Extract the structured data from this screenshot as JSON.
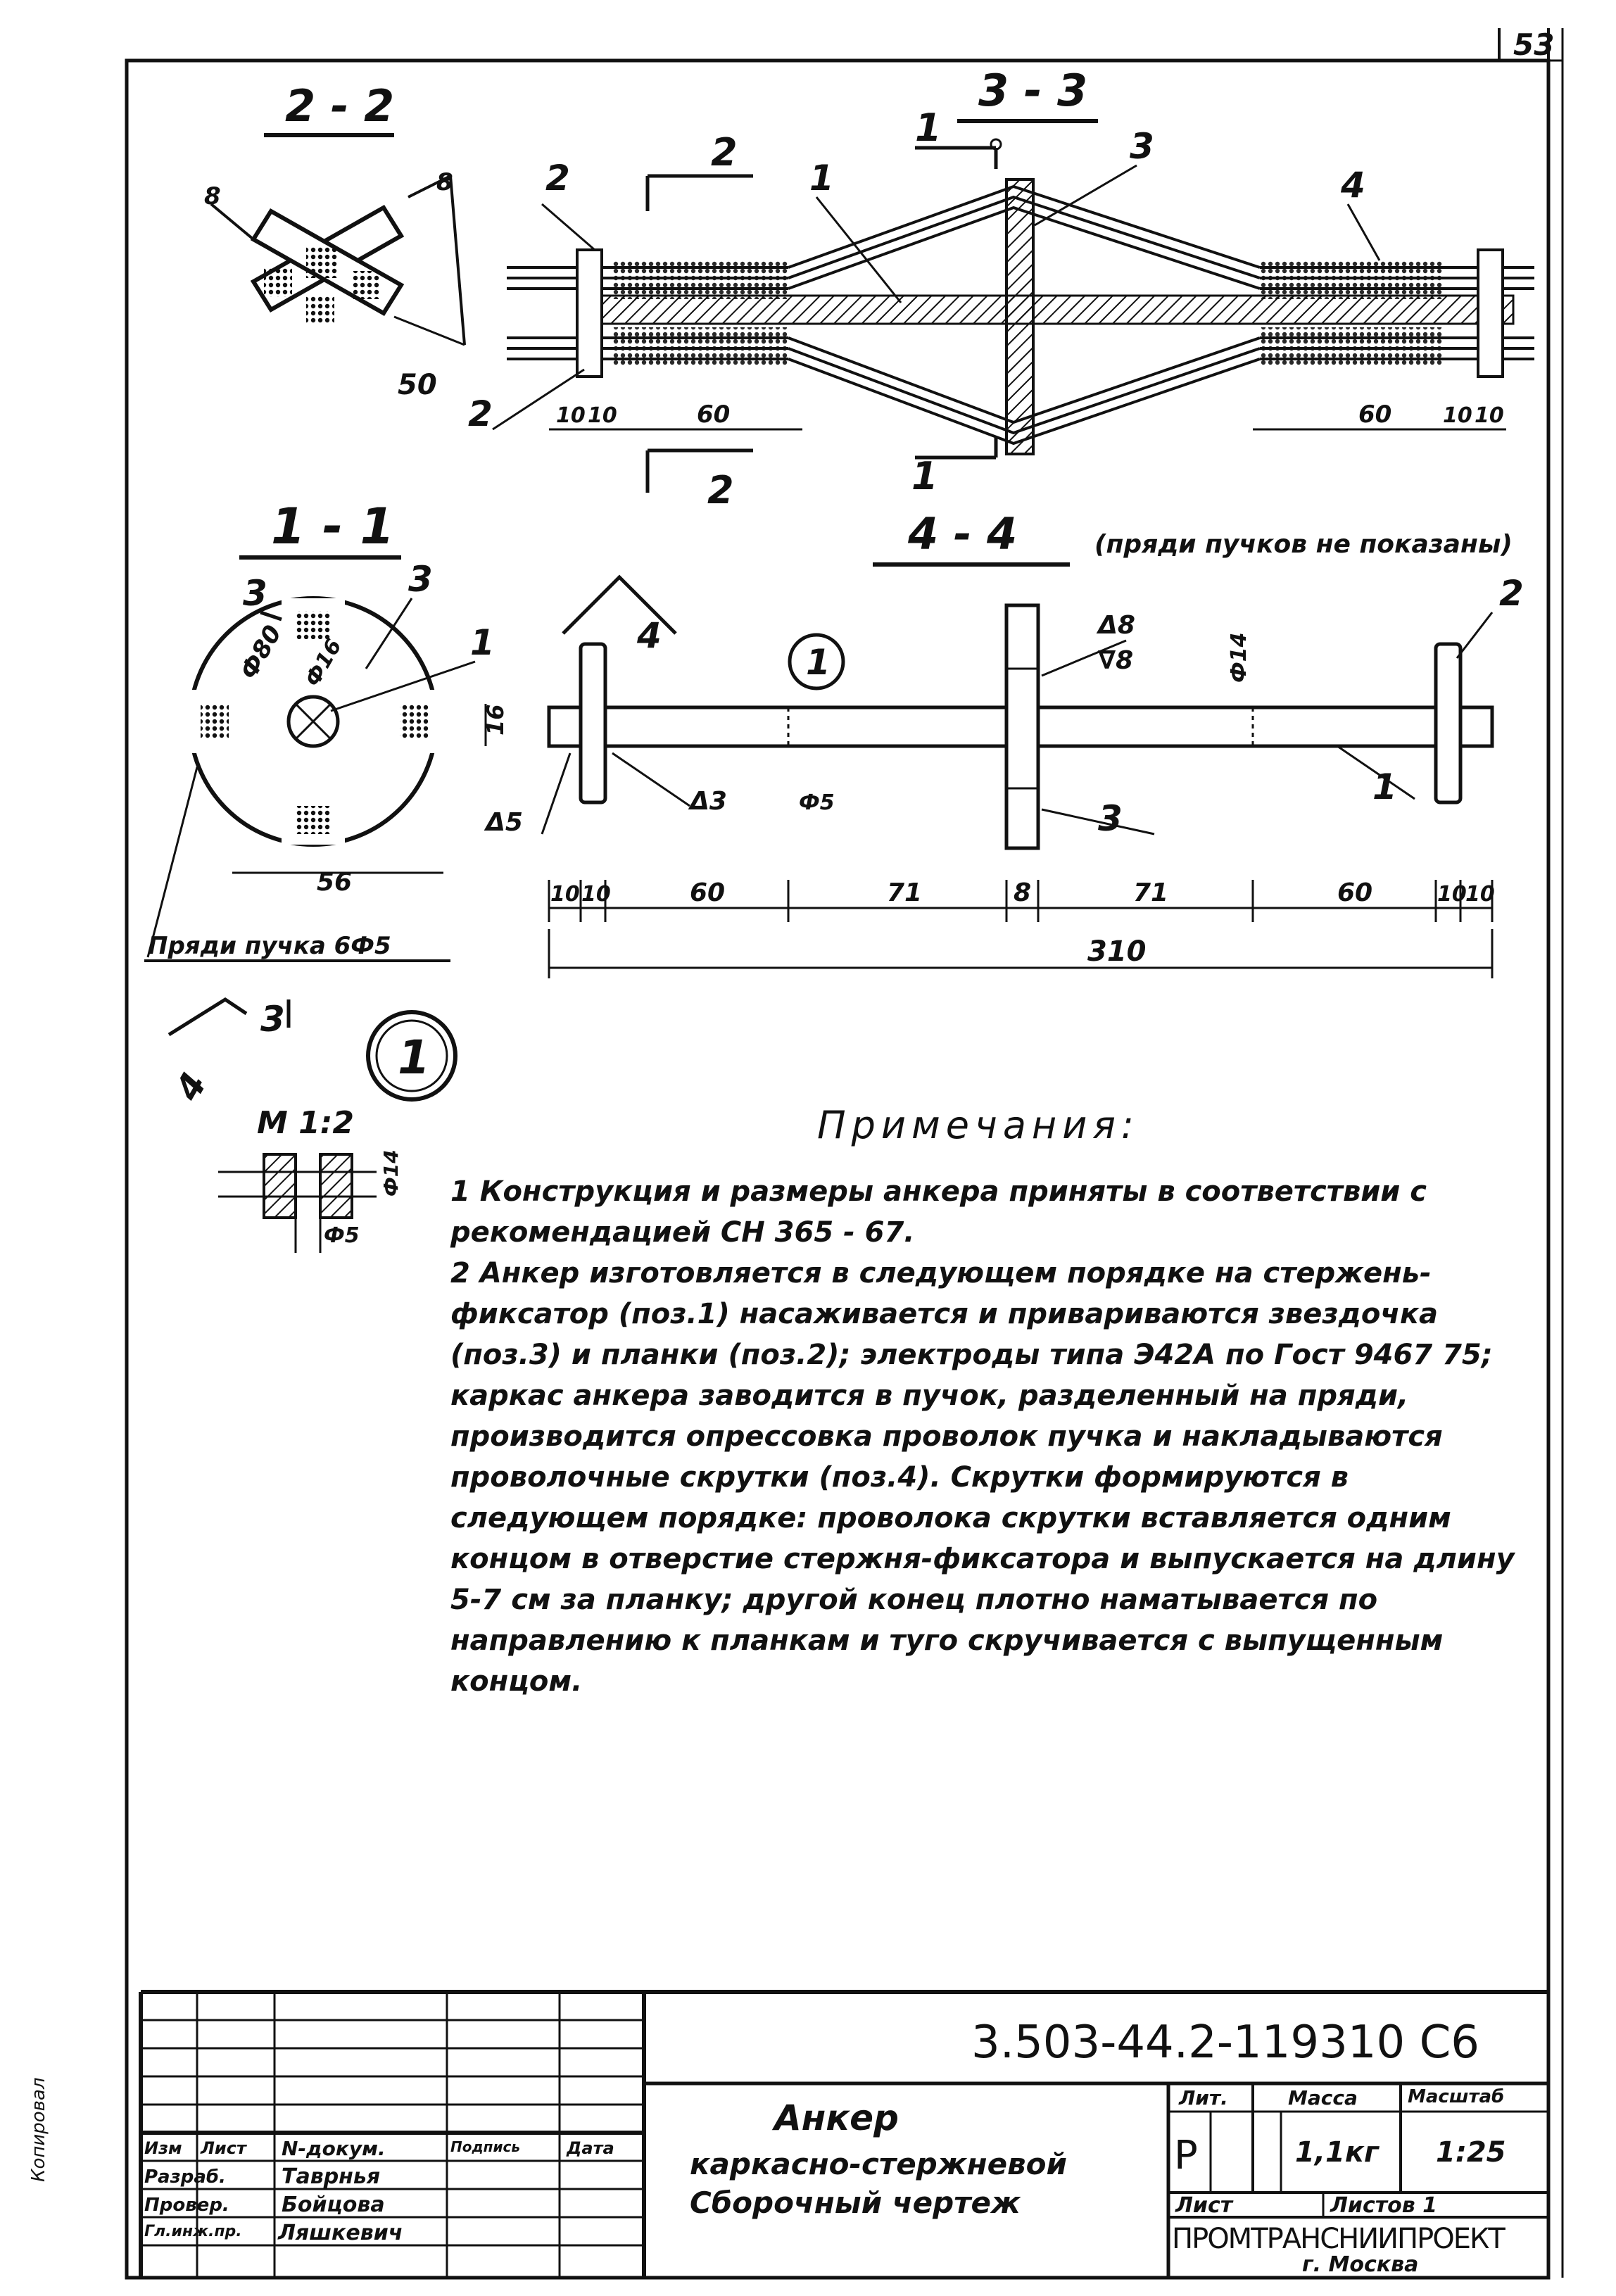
{
  "sheet_number": "53",
  "sections": {
    "s22": "2 - 2",
    "s33": "3 - 3",
    "s11": "1 - 1",
    "s44": "4 - 4",
    "s44_note": "(пряди пучков не показаны)"
  },
  "labels": {
    "cut1": "1",
    "cut2": "2",
    "cut3": "3",
    "cut4": "4",
    "pos1": "1",
    "pos2": "2",
    "pos3": "3",
    "pos4": "4",
    "callout": "1",
    "bundle_strands": "Пряди пучка 6Ф5",
    "scale": "М 1:2"
  },
  "dims": {
    "d8": "8",
    "d50": "50",
    "d10": "10",
    "d60": "60",
    "d71": "71",
    "d310": "310",
    "d56": "56",
    "d16": "16",
    "phi80": "Ф80",
    "phi16": "Ф16",
    "phi14": "Ф14",
    "phi5": "Ф5",
    "weld8a": "Δ8",
    "weld8b": "∇8",
    "weld3": "Δ3",
    "weld5": "Δ5"
  },
  "notes": {
    "title": "Примечания:",
    "items": [
      "1 Конструкция и размеры анкера приняты в соответствии с рекомендацией СН 365 - 67.",
      "2 Анкер изготовляется в следующем порядке на стержень-фиксатор (поз.1) насаживается и привариваются звездочка (поз.3) и планки (поз.2); электроды типа Э42А по Гост 9467 75; каркас анкера заводится в пучок, разделенный на пряди, производится опрессовка проволок пучка и накладываются проволочные скрутки (поз.4). Скрутки формируются в следующем порядке: проволока скрутки вставляется одним концом в отверстие стержня-фиксатора и выпускается на длину 5-7 см за планку; другой конец плотно наматывается по направлению к планкам и туго скручивается с выпущенным концом."
    ]
  },
  "title_block": {
    "code": "3.503-44.2-119310 С6",
    "name_line1": "Анкер",
    "name_line2": "каркасно-стержневой",
    "name_line3": "Сборочный чертеж",
    "col_change": "Изм",
    "col_sheet": "Лист",
    "col_doc": "N-докум.",
    "col_sign": "Подпись",
    "col_date": "Дата",
    "role1": "Разраб.",
    "name1": "Таврнья",
    "role2": "Провер.",
    "name2": "Бойцова",
    "role3": "Гл.инж.пр.",
    "name3": "Ляшкевич",
    "lit_label": "Лит.",
    "mass_label": "Масса",
    "scale_label": "Масштаб",
    "lit_value": "Р",
    "mass_value": "1,1кг",
    "scale_value": "1:25",
    "sheet_label": "Лист",
    "sheets_label": "Листов 1",
    "org": "ПРОМТРАНСНИИПРОЕКТ",
    "city": "г. Москва"
  },
  "side_stamp": "Копировал"
}
